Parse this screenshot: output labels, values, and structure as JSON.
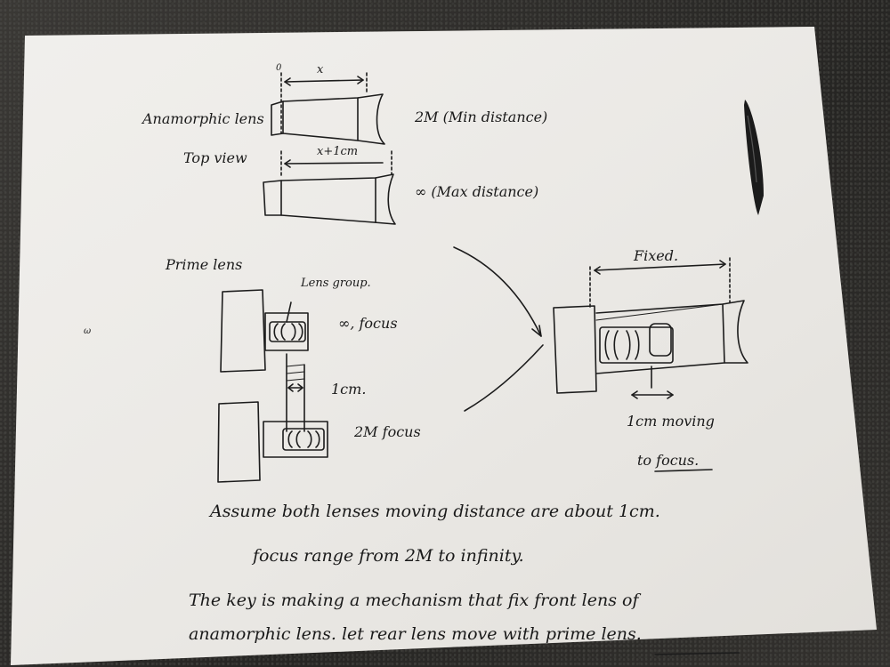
{
  "notes": {
    "axis_label": "0",
    "x_label": "x",
    "anamorphic_label": "Anamorphic lens",
    "top_view_label": "Top view",
    "distance_label": "x+1cm",
    "min_label": "2M (Min distance)",
    "max_label": "∞ (Max distance)",
    "prime_label": "Prime lens",
    "lens_group_label": "Lens group.",
    "inf_focus_label": "∞, focus",
    "one_cm_label": "1cm.",
    "two_m_focus_label": "2M focus",
    "fixed_label": "Fixed.",
    "moving_label": "1cm moving",
    "to_focus_label": "to focus.",
    "stray_mark": "ω",
    "line1": "Assume    both lenses moving distance are about  1cm.",
    "line2": "focus range from  2M  to  infinity.",
    "line3": "The key  is  making  a  mechanism  that fix  front lens of",
    "line4": "anamorphic lens. let rear lens move with prime lens."
  },
  "objects": {
    "pen": "pen",
    "paper": "paper-sheet"
  }
}
